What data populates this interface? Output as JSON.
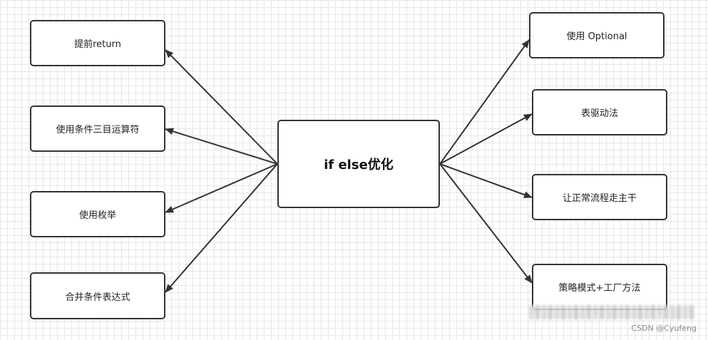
{
  "diagram": {
    "center": "if else优化",
    "left_nodes": [
      "提前return",
      "使用条件三目运算符",
      "使用枚举",
      "合并条件表达式"
    ],
    "right_nodes": [
      "使用 Optional",
      "表驱动法",
      "让正常流程走主干",
      "策略模式+工厂方法"
    ]
  },
  "watermark": "CSDN @Cyufeng",
  "colors": {
    "border": "#333333",
    "arrow": "#333333",
    "grid": "#e6e6e6"
  }
}
